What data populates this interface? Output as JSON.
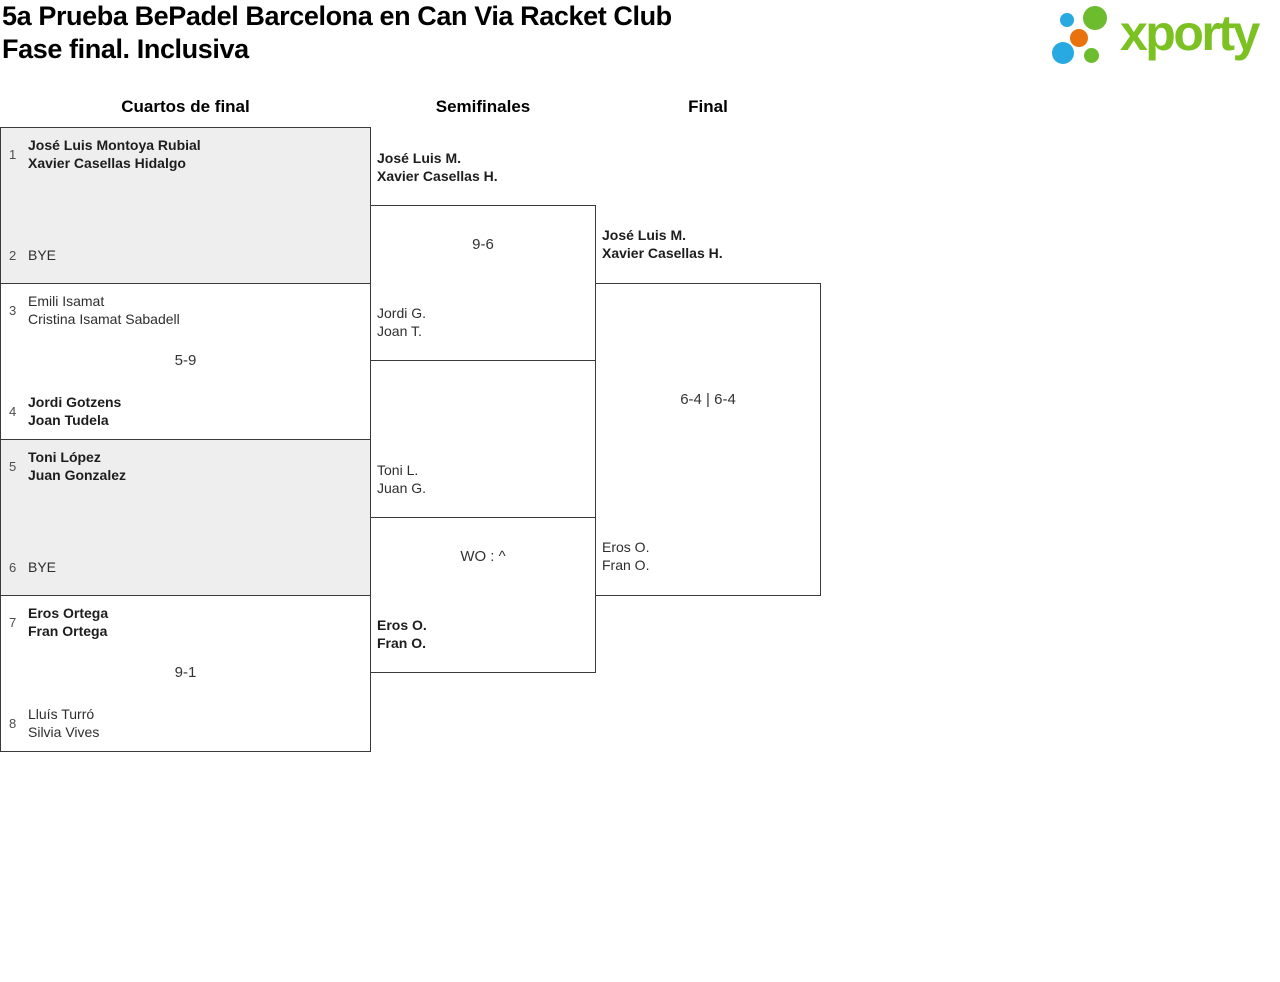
{
  "header": {
    "title_line1": "5a Prueba BePadel Barcelona en Can Via Racket Club",
    "title_line2": "Fase final. Inclusiva",
    "logo_text": "xporty"
  },
  "colors": {
    "logo_green": "#7bc122",
    "logo_dot_green": "#6cbc2e",
    "logo_dot_blue": "#29a9e1",
    "logo_dot_orange": "#e8720d",
    "shaded_box": "#eeeeee",
    "border": "#3a3a3a"
  },
  "rounds": {
    "quarterfinals_label": "Cuartos de final",
    "semifinals_label": "Semifinales",
    "final_label": "Final"
  },
  "quarterfinals": [
    {
      "seedA": "1",
      "teamA": [
        "José Luis Montoya Rubial",
        "Xavier Casellas Hidalgo"
      ],
      "seedB": "2",
      "teamB": [
        "BYE"
      ],
      "score": "",
      "winner": "teamA",
      "shaded": true
    },
    {
      "seedA": "3",
      "teamA": [
        "Emili Isamat",
        "Cristina Isamat Sabadell"
      ],
      "seedB": "4",
      "teamB": [
        "Jordi Gotzens",
        "Joan Tudela"
      ],
      "score": "5-9",
      "winner": "teamB",
      "shaded": false
    },
    {
      "seedA": "5",
      "teamA": [
        "Toni López",
        "Juan Gonzalez"
      ],
      "seedB": "6",
      "teamB": [
        "BYE"
      ],
      "score": "",
      "winner": "teamA",
      "shaded": true
    },
    {
      "seedA": "7",
      "teamA": [
        "Eros Ortega",
        "Fran Ortega"
      ],
      "seedB": "8",
      "teamB": [
        "Lluís Turró",
        "Silvia Vives"
      ],
      "score": "9-1",
      "winner": "teamA",
      "shaded": false
    }
  ],
  "semifinals": [
    {
      "teamA": [
        "José Luis M.",
        "Xavier Casellas H."
      ],
      "teamB": [
        "Jordi G.",
        "Joan T."
      ],
      "score": "9-6",
      "winner": "teamA"
    },
    {
      "teamA": [
        "Toni L.",
        "Juan G."
      ],
      "teamB": [
        "Eros O.",
        "Fran O."
      ],
      "score": "WO : ^",
      "winner": "teamB"
    }
  ],
  "final": {
    "teamA": [
      "José Luis M.",
      "Xavier Casellas H."
    ],
    "teamB": [
      "Eros O.",
      "Fran O."
    ],
    "score": "6-4 | 6-4",
    "winner": "teamA"
  }
}
